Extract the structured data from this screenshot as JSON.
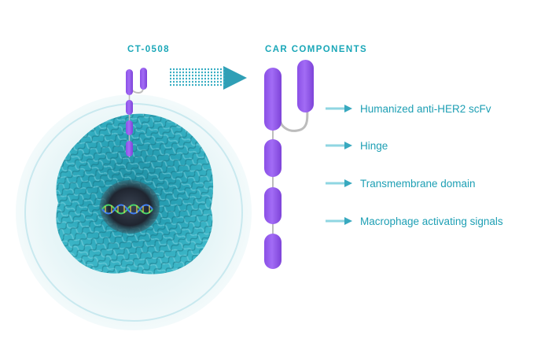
{
  "headings": {
    "cell": "CT-0508",
    "car": "CAR COMPONENTS"
  },
  "components": [
    {
      "label": "Humanized anti-HER2 scFv"
    },
    {
      "label": "Hinge"
    },
    {
      "label": "Transmembrane domain"
    },
    {
      "label": "Macrophage activating signals"
    }
  ],
  "colors": {
    "accent_teal": "#1aa7b8",
    "domain_purple": "#9b5ff0",
    "cell_teal": "#2ea9bd",
    "halo": "#dff2f5"
  },
  "icons": [
    "arrow-right-icon",
    "dna-helix-icon"
  ]
}
